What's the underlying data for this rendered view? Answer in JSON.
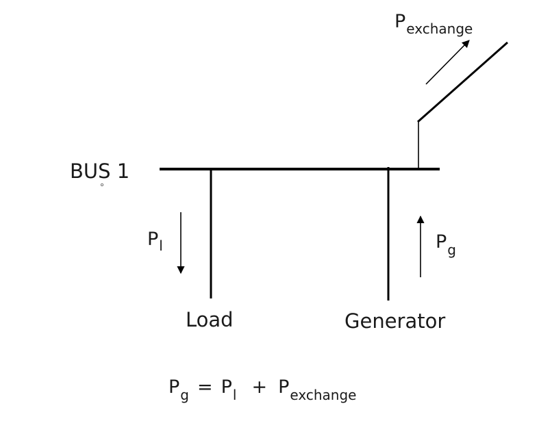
{
  "diagram": {
    "bus_label": "BUS 1",
    "load": {
      "label": "Load",
      "flow_symbol": "P",
      "flow_subscript": "l"
    },
    "generator": {
      "label": "Generator",
      "flow_symbol": "P",
      "flow_subscript": "g"
    },
    "exchange": {
      "flow_symbol": "P",
      "flow_subscript": "exchange"
    },
    "equation": {
      "lhs_symbol": "P",
      "lhs_subscript": "g",
      "equals": "=",
      "term1_symbol": "P",
      "term1_subscript": "l",
      "plus": "+",
      "term2_symbol": "P",
      "term2_subscript": "exchange"
    }
  }
}
